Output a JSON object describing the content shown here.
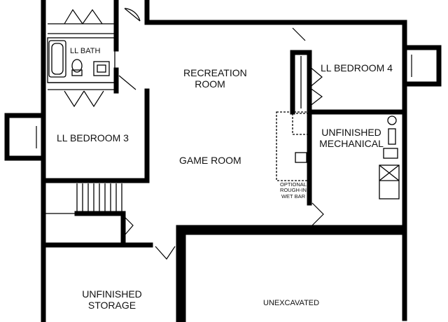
{
  "rooms": {
    "ll_bath": "LL BATH",
    "recreation_room_line1": "RECREATION",
    "recreation_room_line2": "ROOM",
    "ll_bedroom_4": "LL BEDROOM 4",
    "ll_bedroom_3": "LL BEDROOM 3",
    "game_room": "GAME ROOM",
    "unfinished_mechanical_line1": "UNFINISHED",
    "unfinished_mechanical_line2": "MECHANICAL",
    "wet_bar_line1": "OPTIONAL",
    "wet_bar_line2": "ROUGH-IN",
    "wet_bar_line3": "WET BAR",
    "unfinished_storage_line1": "UNFINISHED",
    "unfinished_storage_line2": "STORAGE",
    "unexcavated": "UNEXCAVATED"
  }
}
